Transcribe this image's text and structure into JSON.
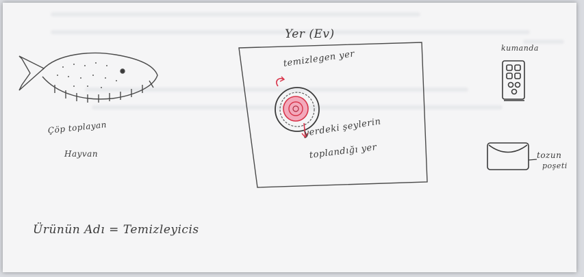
{
  "labels": {
    "room_title": "Yer (Ev)",
    "cleaned_spot": "temizlegen yer",
    "collect_line1": "yerdeki şeylerin",
    "collect_line2": "toplandığı yer",
    "remote": "kumanda",
    "animal_line1": "Çöp toplayan",
    "animal_line2": "Hayvan",
    "bag_line1": "tozun",
    "bag_line2": "poşeti",
    "product_name": "Ürünün Adı = Temizleyicis"
  },
  "colors": {
    "pencil": "#3a3a3a",
    "accent_red": "#d8344a",
    "pink_fill": "#f3a9bb"
  },
  "icons": [
    "fish-icon",
    "robot-cleaner-icon",
    "remote-control-icon",
    "dust-bag-icon"
  ]
}
